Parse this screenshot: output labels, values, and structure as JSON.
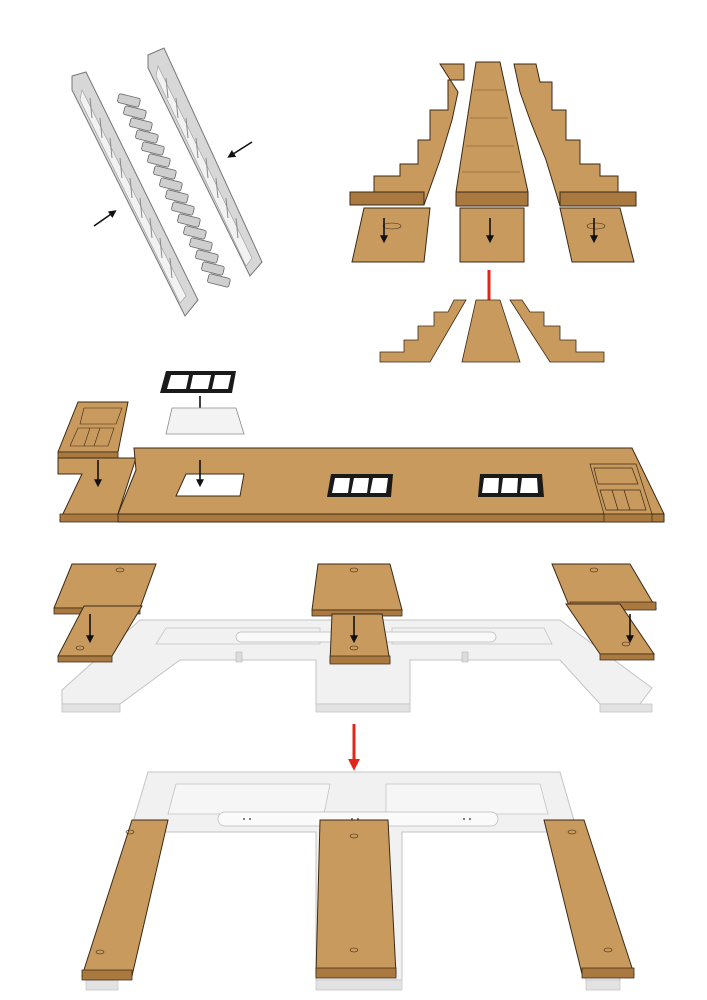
{
  "colors": {
    "wood": "#c99a5e",
    "wood_dark": "#a9793f",
    "wood_edge": "#3b2a17",
    "grey_part": "#d7d7d7",
    "grey_edge": "#8a8a8a",
    "light_base": "#f1f1f1",
    "base_edge": "#bdbdbd",
    "arrow_black": "#111111",
    "arrow_red": "#e0251b",
    "window_frame": "#1a1a1a"
  },
  "icons": {
    "black_arrow": "down-arrow-icon",
    "red_arrow": "red-down-arrow-icon",
    "hole": "bolt-hole-icon"
  },
  "steps": [
    "stair-stringers-and-treads",
    "floor-planks-assembly",
    "deck-with-windows-and-door",
    "base-frame-with-supports",
    "assembled-base"
  ]
}
